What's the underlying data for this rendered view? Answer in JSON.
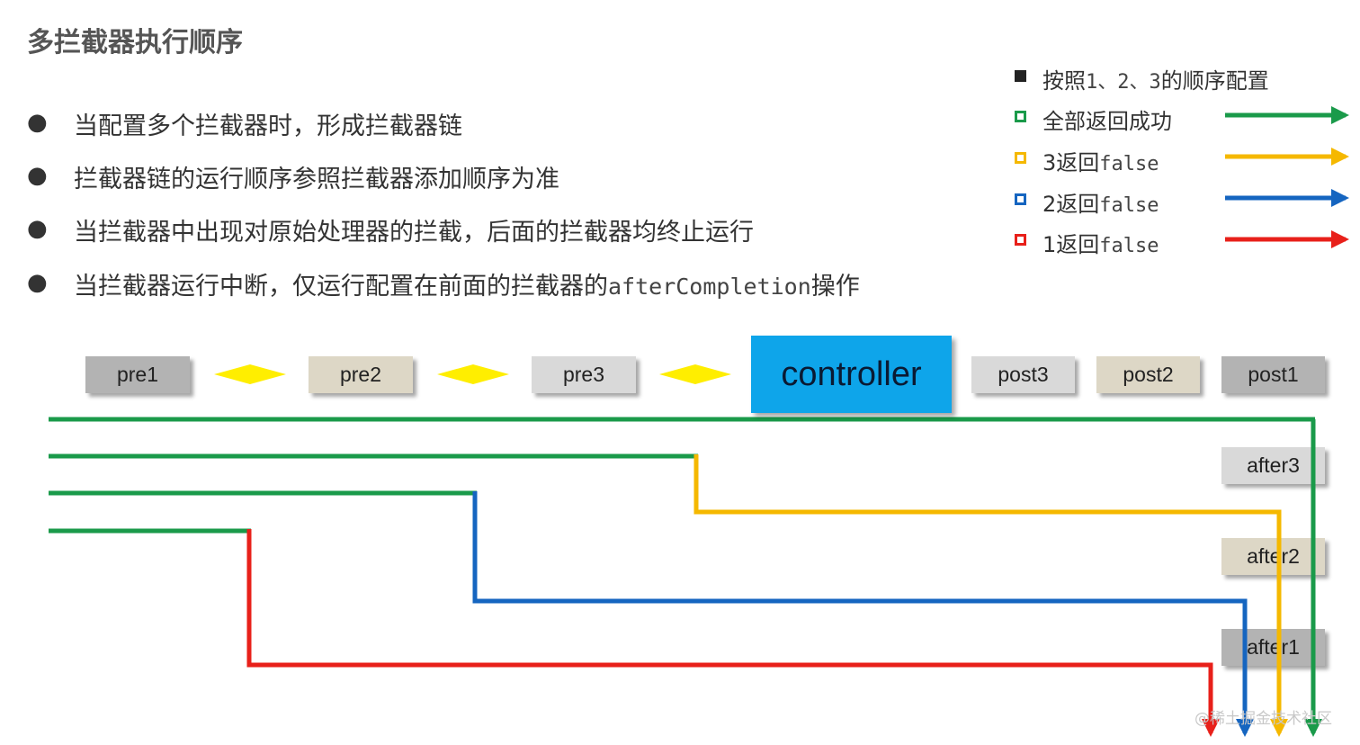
{
  "title": "多拦截器执行顺序",
  "bullets": [
    {
      "text": "当配置多个拦截器时，形成拦截器链"
    },
    {
      "text": "拦截器链的运行顺序参照拦截器添加顺序为准"
    },
    {
      "text": "当拦截器中出现对原始处理器的拦截，后面的拦截器均终止运行"
    },
    {
      "text": "当拦截器运行中断，仅运行配置在前面的拦截器的",
      "code": "afterCompletion",
      "suffix": "操作"
    }
  ],
  "bullet_symbol": "●",
  "legend": [
    {
      "label": "按照",
      "mono": "1、2、3",
      "suffix": "的顺序配置",
      "color": "#222222",
      "filled": true
    },
    {
      "label": "全部返回成功",
      "color": "#1a9a4a",
      "filled": false,
      "arrow": true
    },
    {
      "label": "3返回",
      "mono": "false",
      "color": "#f5b800",
      "filled": false,
      "arrow": true
    },
    {
      "label": "2返回",
      "mono": "false",
      "color": "#1565c0",
      "filled": false,
      "arrow": true
    },
    {
      "label": "1返回",
      "mono": "false",
      "color": "#e8201a",
      "filled": false,
      "arrow": true
    }
  ],
  "boxes": {
    "pre1": "pre1",
    "pre2": "pre2",
    "pre3": "pre3",
    "controller": "controller",
    "post3": "post3",
    "post2": "post2",
    "post1": "post1",
    "after3": "after3",
    "after2": "after2",
    "after1": "after1"
  },
  "colors": {
    "green": "#1a9a4a",
    "yellow": "#f5b800",
    "blue": "#1565c0",
    "red": "#e8201a",
    "diamond": "#ffee00",
    "controller": "#0ea5ea"
  },
  "watermark": "@稀土掘金技术社区"
}
